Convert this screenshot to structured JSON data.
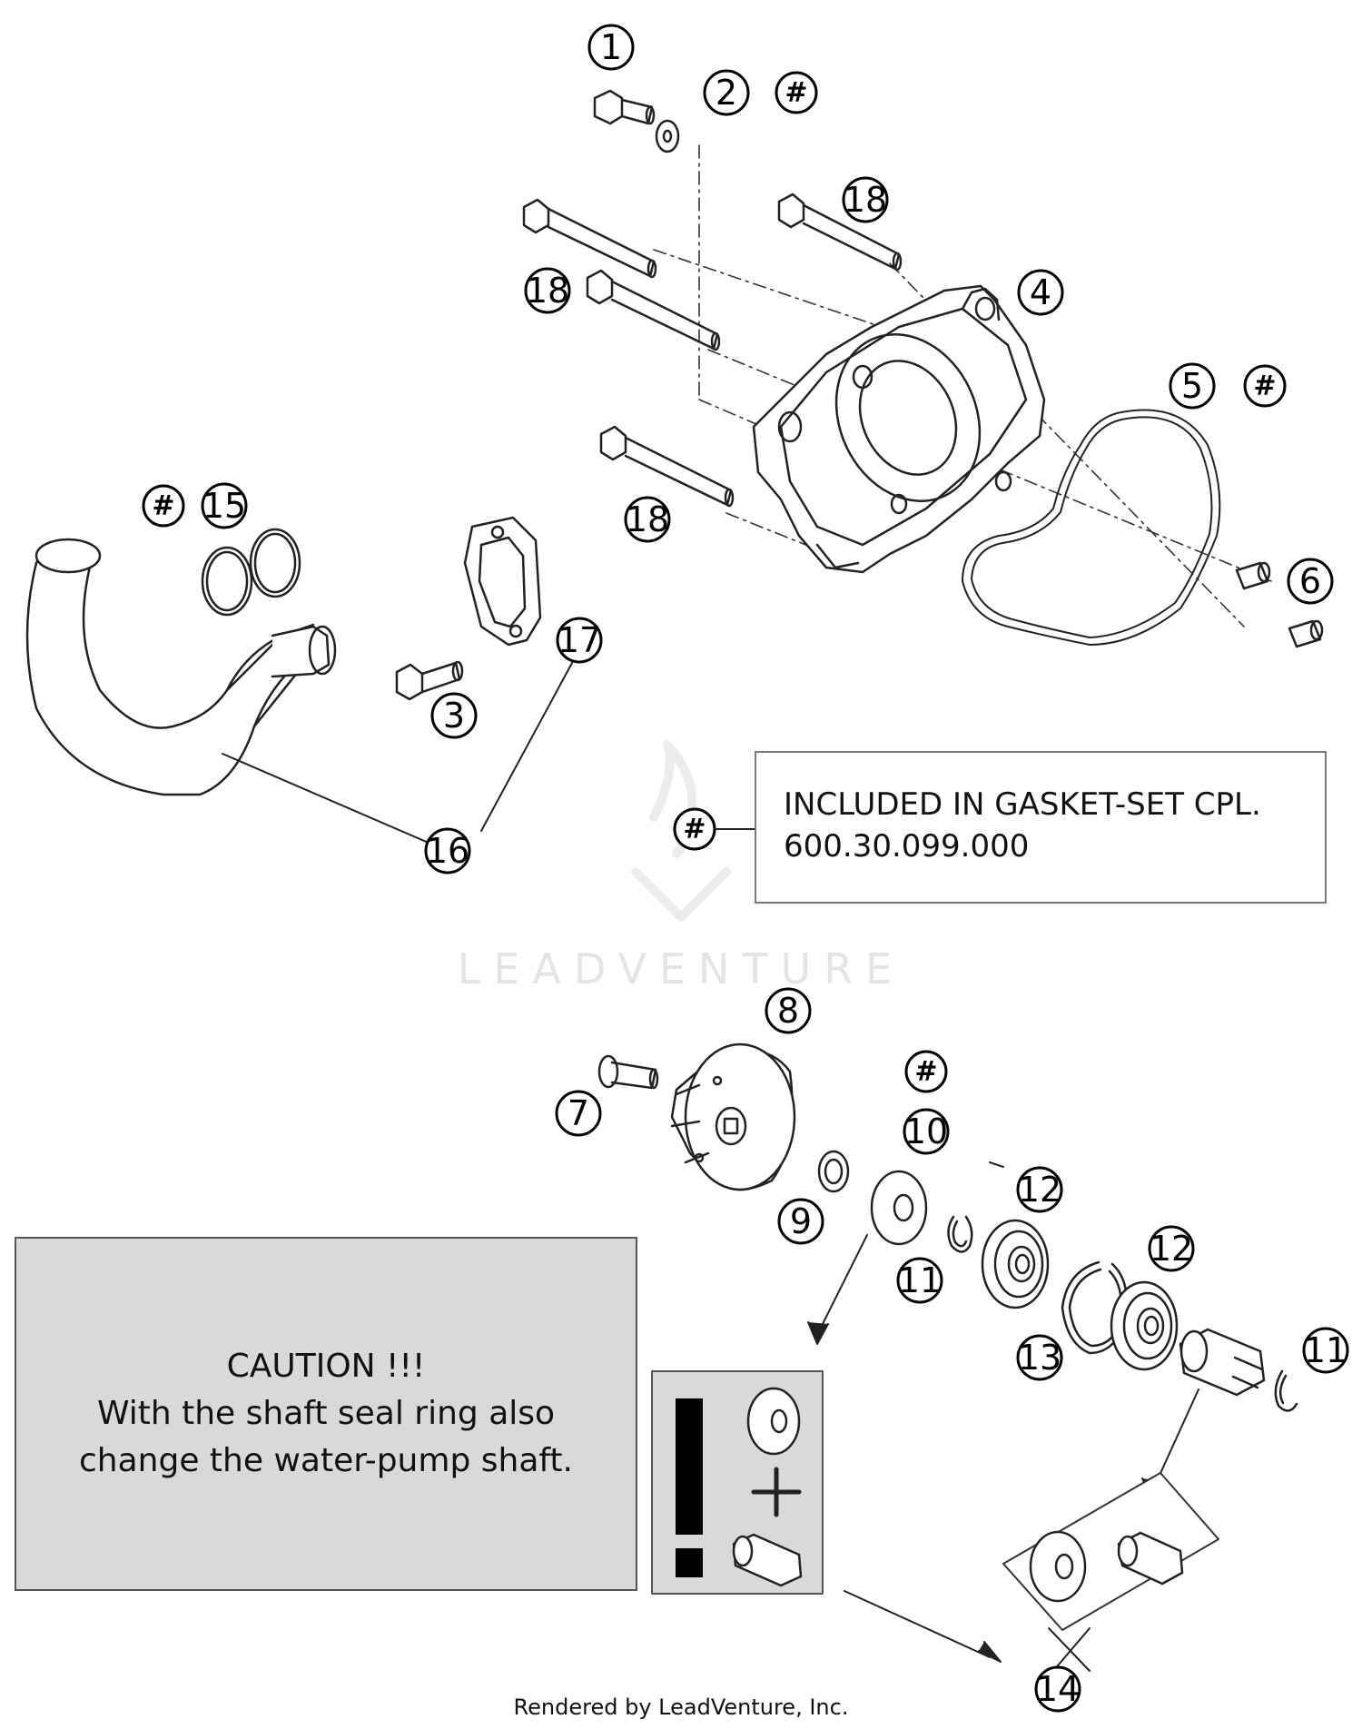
{
  "diagram": {
    "callouts": [
      {
        "id": "c1",
        "label": "1"
      },
      {
        "id": "c2",
        "label": "2"
      },
      {
        "id": "c3",
        "label": "3"
      },
      {
        "id": "c4",
        "label": "4"
      },
      {
        "id": "c5",
        "label": "5"
      },
      {
        "id": "c6",
        "label": "6"
      },
      {
        "id": "c7",
        "label": "7"
      },
      {
        "id": "c8",
        "label": "8"
      },
      {
        "id": "c9",
        "label": "9"
      },
      {
        "id": "c10",
        "label": "10"
      },
      {
        "id": "c11a",
        "label": "11"
      },
      {
        "id": "c11b",
        "label": "11"
      },
      {
        "id": "c12a",
        "label": "12"
      },
      {
        "id": "c12b",
        "label": "12"
      },
      {
        "id": "c13",
        "label": "13"
      },
      {
        "id": "c14",
        "label": "14"
      },
      {
        "id": "c15",
        "label": "15"
      },
      {
        "id": "c16",
        "label": "16"
      },
      {
        "id": "c17",
        "label": "17"
      },
      {
        "id": "c18a",
        "label": "18"
      },
      {
        "id": "c18b",
        "label": "18"
      },
      {
        "id": "c18c",
        "label": "18"
      }
    ],
    "hash_symbol": "#",
    "note": {
      "line1": "INCLUDED IN GASKET-SET CPL.",
      "line2": "600.30.099.000"
    },
    "caution": {
      "title": "CAUTION !!!",
      "line1": "With the shaft seal ring also",
      "line2": "change the water-pump shaft."
    },
    "caution_icon": {
      "mark": "!",
      "plus": "+"
    },
    "watermark": "LEADVENTURE",
    "footer": "Rendered by LeadVenture, Inc."
  }
}
